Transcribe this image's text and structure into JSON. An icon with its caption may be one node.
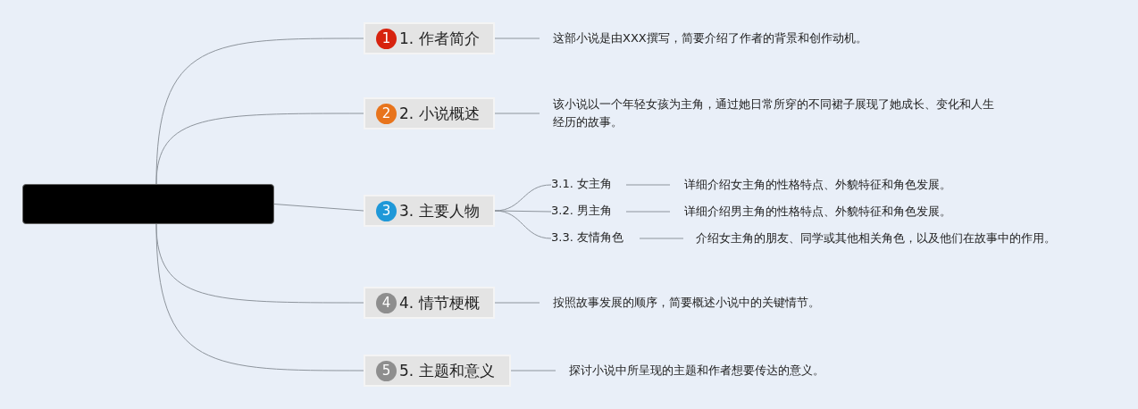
{
  "diagram": {
    "nodes": [
      {
        "text": [],
        "shape": "box"
      },
      {
        "text": [
          "1",
          "1. 作者简介"
        ]
      },
      {
        "text": [
          "这部小说是由XXX撰写，简要介绍了作者的背景和创作动机。"
        ]
      },
      {
        "text": [
          "2",
          "2. 小说概述"
        ]
      },
      {
        "text": [
          "该小说以一个年轻女孩为主角，通过她日常所穿的不同裙子展现了她成长、变化和人生经历的故事。"
        ]
      },
      {
        "text": [
          "3",
          "3. 主要人物"
        ]
      },
      {
        "text": [
          "3.1. 女主角"
        ]
      },
      {
        "text": [
          "详细介绍女主角的性格特点、外貌特征和角色发展。"
        ]
      },
      {
        "text": [
          "3.2. 男主角"
        ]
      },
      {
        "text": [
          "详细介绍男主角的性格特点、外貌特征和角色发展。"
        ]
      },
      {
        "text": [
          "3.3. 友情角色"
        ]
      },
      {
        "text": [
          "介绍女主角的朋友、同学或其他相关角色，以及他们在故事中的作用。"
        ]
      },
      {
        "text": [
          "4",
          "4. 情节梗概"
        ]
      },
      {
        "text": [
          "按照故事发展的顺序，简要概述小说中的关键情节。"
        ]
      },
      {
        "text": [
          "5",
          "5. 主题和意义"
        ]
      },
      {
        "text": [
          "探讨小说中所呈现的主题和作者想要传达的意义。"
        ]
      }
    ],
    "edges": [
      {
        "from": 0,
        "to": 1,
        "arrow": "none"
      },
      {
        "from": 1,
        "to": 2,
        "arrow": "none"
      },
      {
        "from": 0,
        "to": 3,
        "arrow": "none"
      },
      {
        "from": 3,
        "to": 4,
        "arrow": "none"
      },
      {
        "from": 0,
        "to": 5,
        "arrow": "none"
      },
      {
        "from": 5,
        "to": 6,
        "arrow": "none"
      },
      {
        "from": 6,
        "to": 7,
        "arrow": "none"
      },
      {
        "from": 5,
        "to": 8,
        "arrow": "none"
      },
      {
        "from": 8,
        "to": 9,
        "arrow": "none"
      },
      {
        "from": 5,
        "to": 10,
        "arrow": "none"
      },
      {
        "from": 10,
        "to": 11,
        "arrow": "none"
      },
      {
        "from": 0,
        "to": 12,
        "arrow": "none"
      },
      {
        "from": 12,
        "to": 13,
        "arrow": "none"
      },
      {
        "from": 0,
        "to": 14,
        "arrow": "none"
      },
      {
        "from": 14,
        "to": 15,
        "arrow": "none"
      }
    ]
  }
}
